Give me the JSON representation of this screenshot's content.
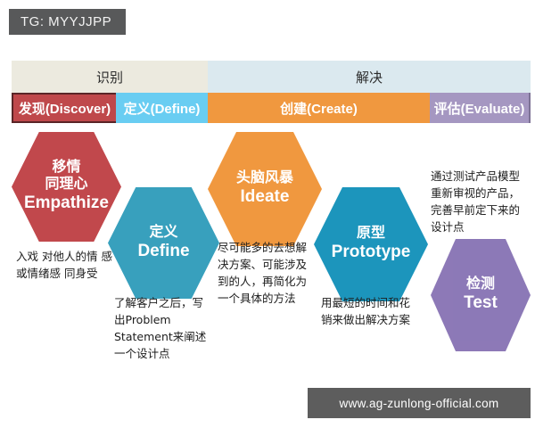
{
  "watermark_badge": {
    "label": "TG: MYYJJPP"
  },
  "header": {
    "tier1": [
      {
        "label": "识别"
      },
      {
        "label": "解决"
      }
    ],
    "tier2": [
      {
        "label": "发现(Discover)",
        "color": "#bf484b"
      },
      {
        "label": "定义(Define)",
        "color": "#69cdf2"
      },
      {
        "label": "创建(Create)",
        "color": "#f0983f"
      },
      {
        "label": "评估(Evaluate)",
        "color": "#a597c1"
      }
    ]
  },
  "stages": [
    {
      "cn": "移情\n同理心",
      "cn_line1": "移情",
      "cn_line2": "同理心",
      "en": "Empathize",
      "color": "#c1484c",
      "caption": "入戏\n对他人的情\n感或情绪感\n同身受"
    },
    {
      "cn_line1": "定义",
      "cn_line2": "",
      "en": "Define",
      "color": "#38a0bd",
      "caption": "了解客户之后，写出Problem Statement来阐述一个设计点"
    },
    {
      "cn_line1": "头脑风暴",
      "cn_line2": "",
      "en": "Ideate",
      "color": "#f0983f",
      "caption": "尽可能多的去想解决方案、可能涉及到的人，再简化为一个具体的方法"
    },
    {
      "cn_line1": "原型",
      "cn_line2": "",
      "en": "Prototype",
      "color": "#1c95bc",
      "caption": "用最短的时间和花销来做出解决方案"
    },
    {
      "cn_line1": "检测",
      "cn_line2": "",
      "en": "Test",
      "color": "#7d67ad",
      "caption": "通过测试产品模型重新审视的产品，完善早前定下来的设计点"
    }
  ],
  "footer": {
    "url": "www.ag-zunlong-official.com"
  }
}
